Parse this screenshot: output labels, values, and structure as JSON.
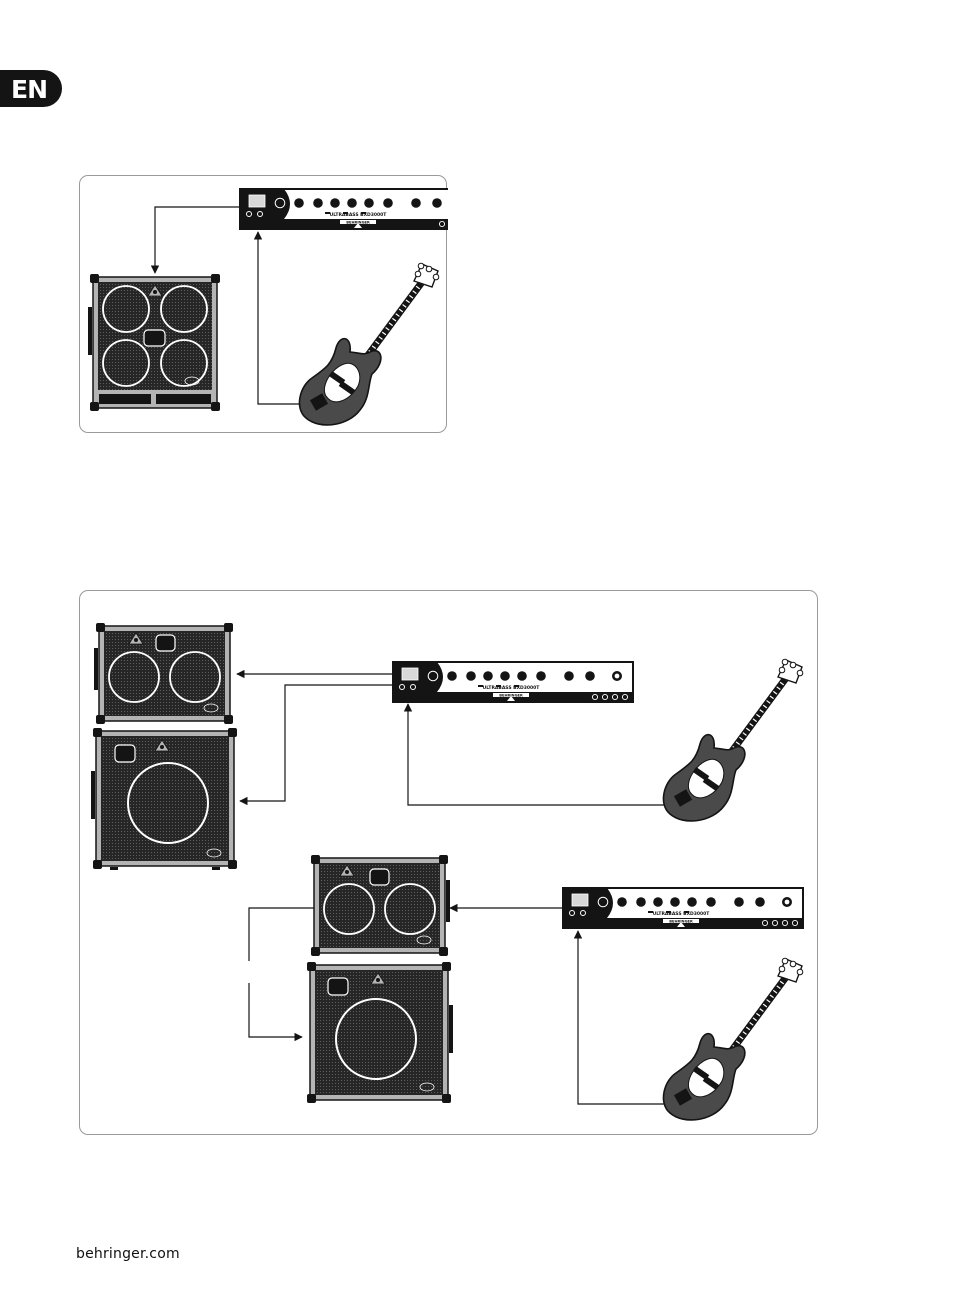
{
  "page": {
    "language_tab": "EN",
    "footer_url": "behringer.com"
  },
  "amp": {
    "model_label": "ULTRABASS BXD3000T",
    "brand_label": "BEHRINGER"
  },
  "colors": {
    "ink": "#141414",
    "cabinet_frame": "#b4b4b4",
    "cabinet_grille": "#262626",
    "guitar_body": "#4a4a4a",
    "figure_border": "#9a9a9a"
  },
  "icons": [
    "warning-triangle-icon",
    "behringer-logo-icon",
    "bass-guitar-icon",
    "speaker-cabinet-icon",
    "amplifier-head-icon"
  ]
}
